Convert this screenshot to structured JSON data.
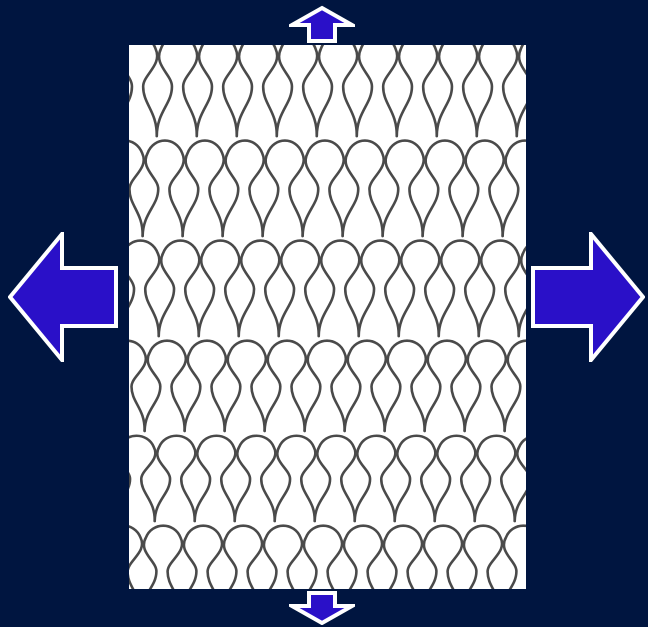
{
  "figure": {
    "subject": "knitted-loop-mesh",
    "colors": {
      "background": "#001540",
      "panel": "#ffffff",
      "loop_stroke": "#4a4a4a",
      "arrow_fill": "#2a10c8",
      "arrow_outline": "#ffffff"
    },
    "arrows": [
      {
        "icon": "arrow-left-icon",
        "direction": "left"
      },
      {
        "icon": "arrow-right-icon",
        "direction": "right"
      },
      {
        "icon": "arrow-up-icon",
        "direction": "up"
      },
      {
        "icon": "arrow-down-icon",
        "direction": "down"
      }
    ],
    "mesh": {
      "rows": 6,
      "loops_per_row": 10
    }
  }
}
